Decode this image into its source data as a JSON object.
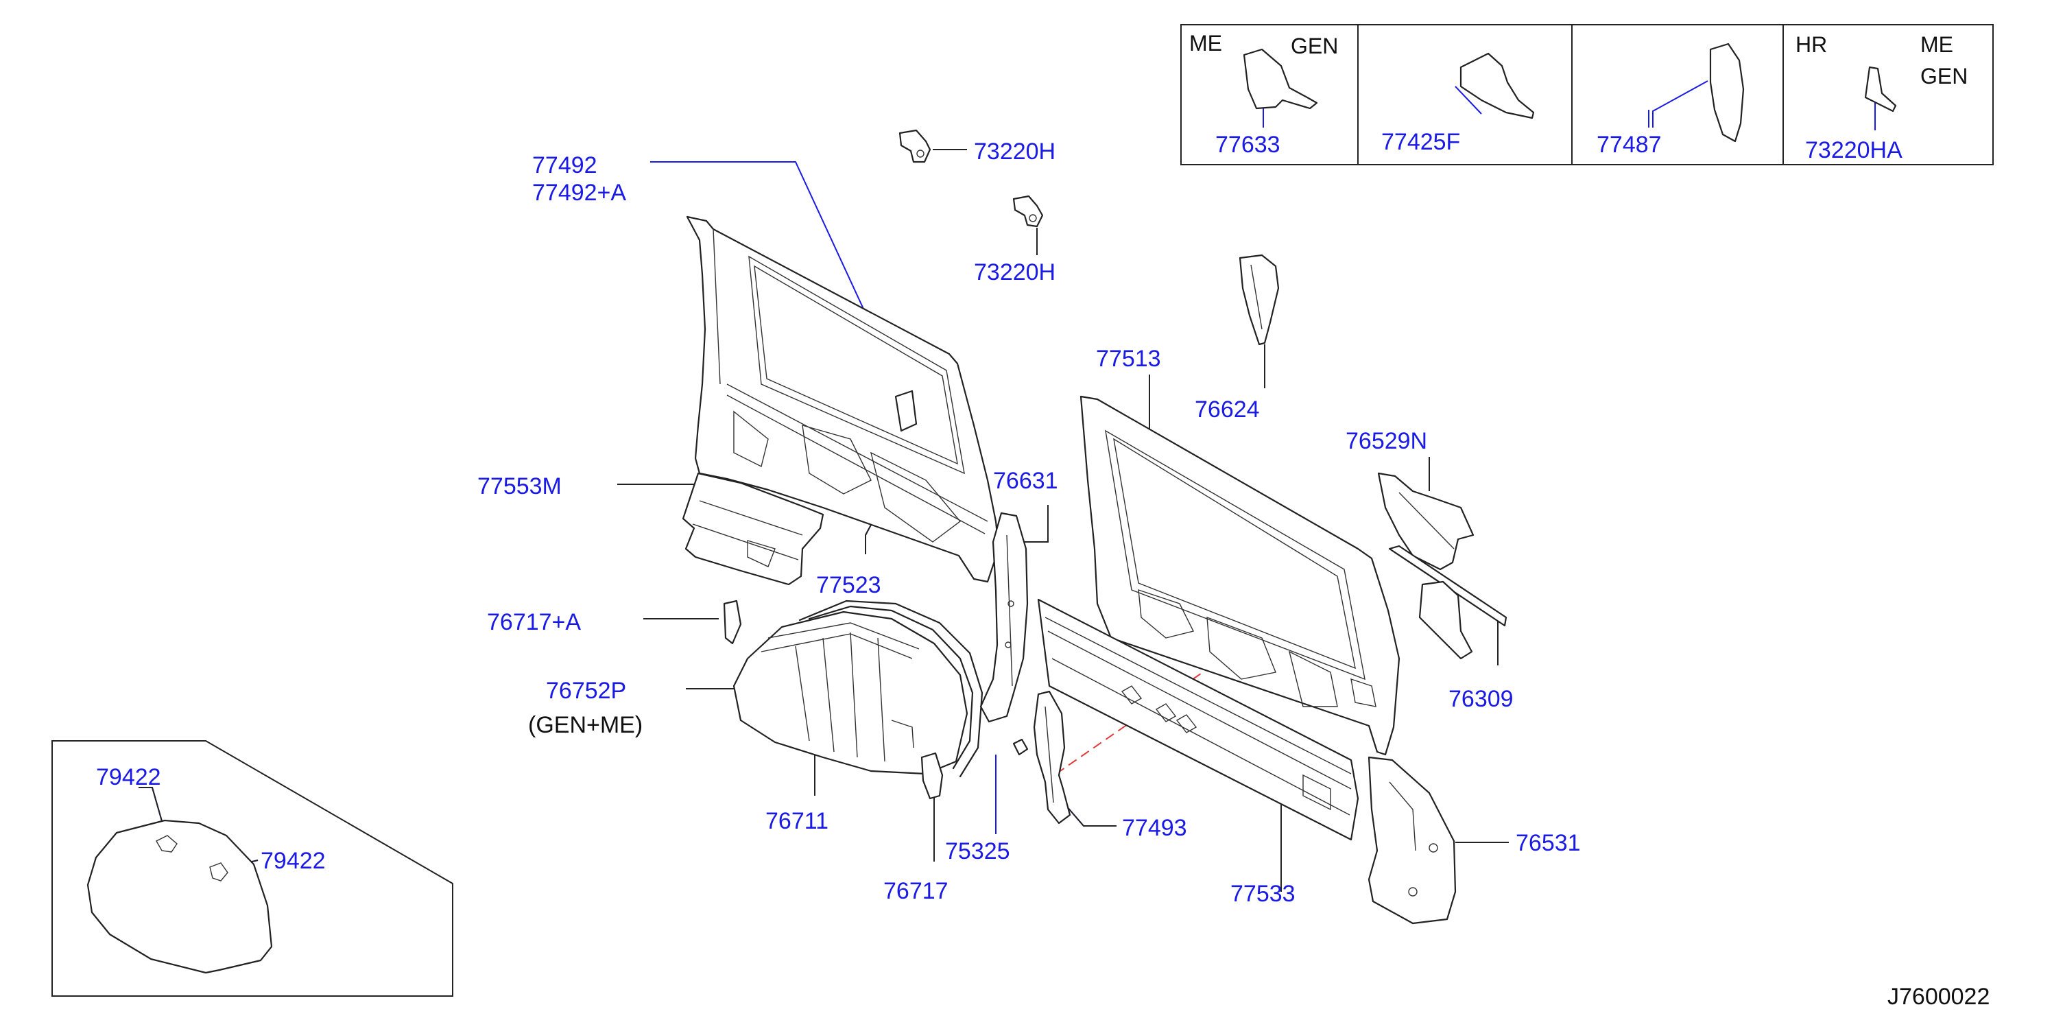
{
  "colors": {
    "callout": "#1a1ae6",
    "ink": "#111111",
    "line": "#222222",
    "dash": "#e23a3a"
  },
  "callouts": {
    "p77492": "77492",
    "p77492a": "77492+A",
    "p73220h_top": "73220H",
    "p73220h_mid": "73220H",
    "p77553m": "77553M",
    "p77523": "77523",
    "p76717a": "76717+A",
    "p76752p": "76752P",
    "p76711": "76711",
    "p76717": "76717",
    "p76631": "76631",
    "p75325": "75325",
    "p77493": "77493",
    "p77513": "77513",
    "p76624": "76624",
    "p76529n": "76529N",
    "p76309": "76309",
    "p77533": "77533",
    "p76531": "76531",
    "p79422_a": "79422",
    "p79422_b": "79422",
    "p77633": "77633",
    "p77425f": "77425F",
    "p77487": "77487",
    "p73220ha": "73220HA"
  },
  "notes": {
    "gen_me": "(GEN+ME)",
    "cell1_left": "ME",
    "cell1_right": "GEN",
    "cell4_left": "HR",
    "cell4_right_top": "ME",
    "cell4_right_bottom": "GEN"
  },
  "figure_id": "J7600022"
}
